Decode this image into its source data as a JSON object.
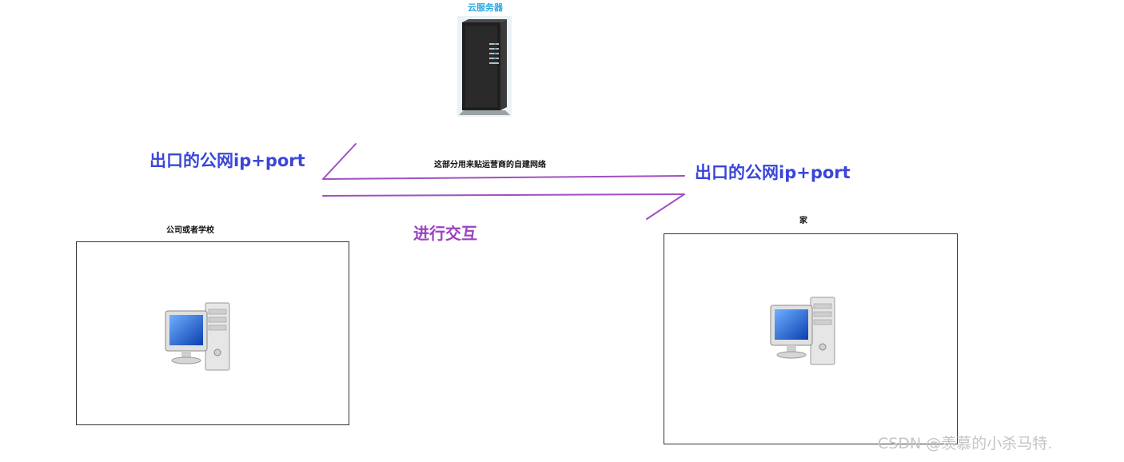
{
  "server": {
    "title": "云服务器",
    "icon": "server-tower-icon"
  },
  "left_site": {
    "exit_label": "出口的公网ip+port",
    "name": "公司或者学校",
    "icon": "desktop-computer-icon"
  },
  "right_site": {
    "exit_label": "出口的公网ip+port",
    "name": "家",
    "icon": "desktop-computer-icon"
  },
  "carrier_note": "这部分用来贴运营商的自建网络",
  "interaction_label": "进行交互",
  "watermark": "CSDN @羡慕的小杀马特.",
  "colors": {
    "accent_blue": "#3a46d8",
    "line_purple": "#a14fc0",
    "server_title": "#2aa8e0"
  }
}
